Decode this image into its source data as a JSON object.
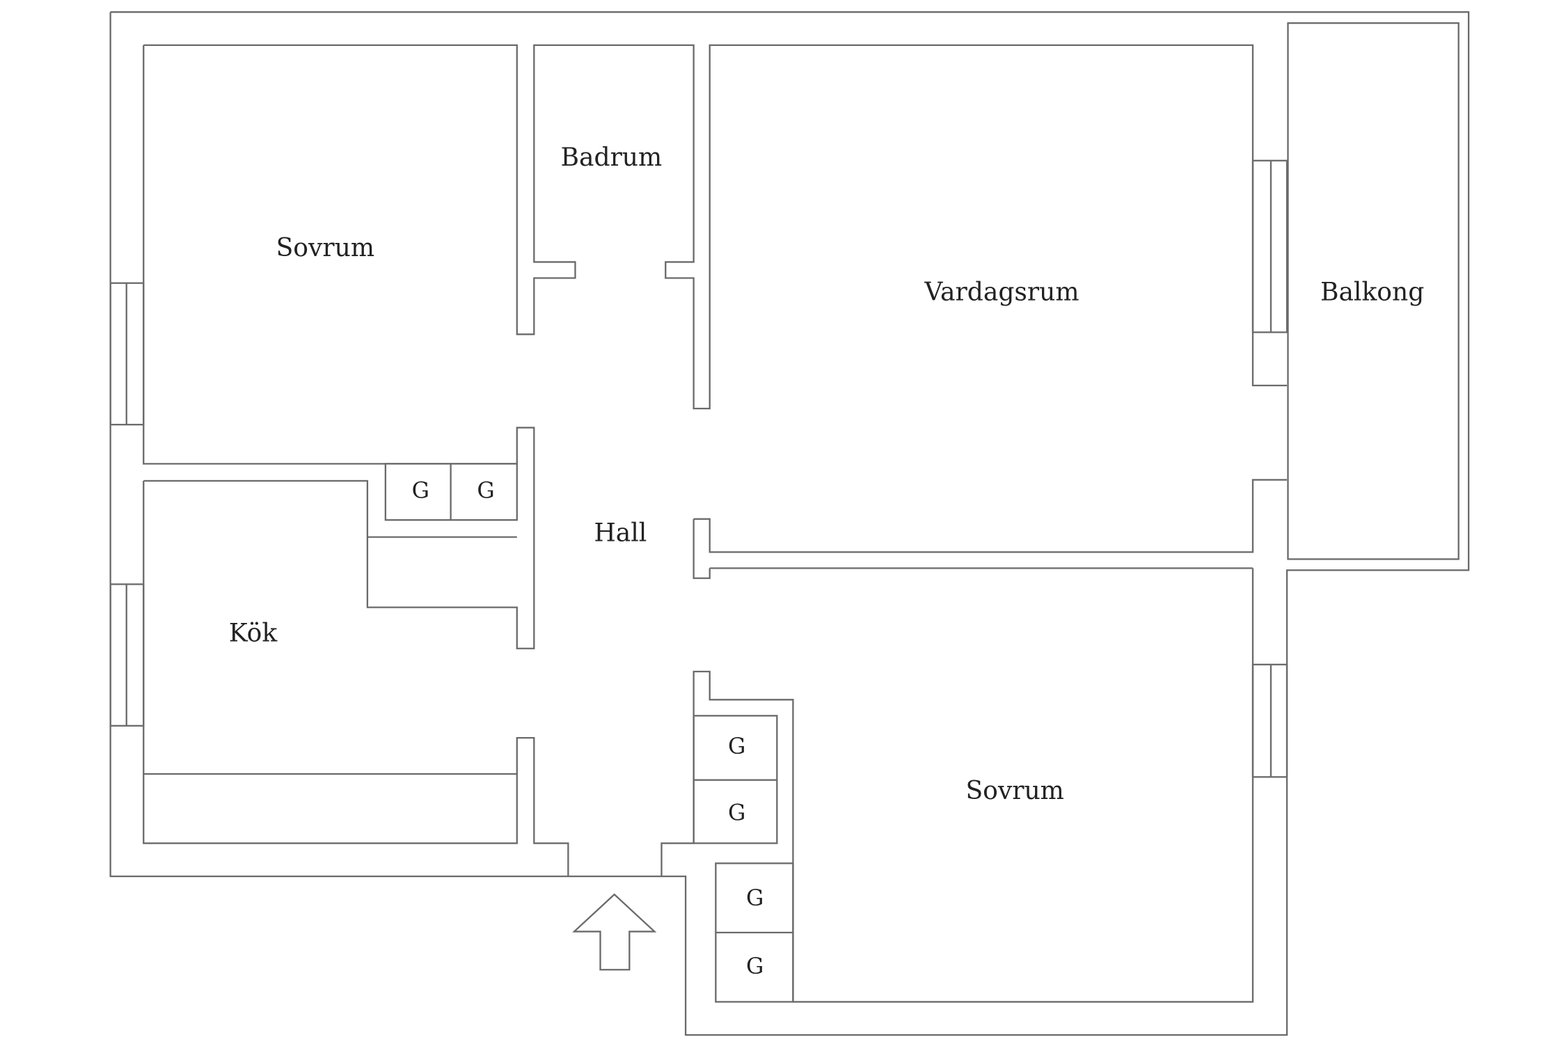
{
  "rooms": {
    "bedroom_1": "Sovrum",
    "bathroom": "Badrum",
    "living_room": "Vardagsrum",
    "balcony": "Balkong",
    "hall": "Hall",
    "kitchen": "Kök",
    "bedroom_2": "Sovrum"
  },
  "closet_label": "G",
  "colors": {
    "wall_stroke": "#6a6a6a",
    "label_text": "#222222",
    "background": "#ffffff"
  },
  "icons": {
    "entrance": "up-arrow-icon"
  }
}
